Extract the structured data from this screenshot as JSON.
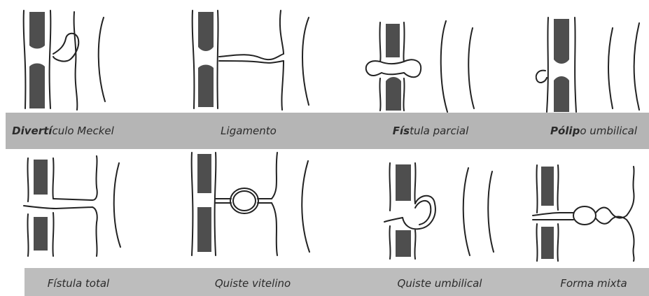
{
  "figure": {
    "top_row": [
      {
        "id": "meckel",
        "label_bold": "Divertí",
        "label_rest": "culo Meckel"
      },
      {
        "id": "ligamento",
        "label_bold": "",
        "label_rest": "Ligamento"
      },
      {
        "id": "fistula-parcial",
        "label_bold": "Fís",
        "label_rest": "tula parcial"
      },
      {
        "id": "polipo",
        "label_bold": "Pólip",
        "label_rest": "o umbilical"
      }
    ],
    "bottom_row": [
      {
        "id": "fistula-total",
        "label_bold": "",
        "label_rest": "Fístula total"
      },
      {
        "id": "quiste-vitelino",
        "label_bold": "",
        "label_rest": "Quiste vitelino"
      },
      {
        "id": "quiste-umbilical",
        "label_bold": "",
        "label_rest": "Quiste umbilical"
      },
      {
        "id": "forma-mixta",
        "label_bold": "",
        "label_rest": "Forma mixta"
      }
    ],
    "colors": {
      "band": "#b5b5b5",
      "ink": "#2b2b2b",
      "background": "#ffffff"
    }
  }
}
